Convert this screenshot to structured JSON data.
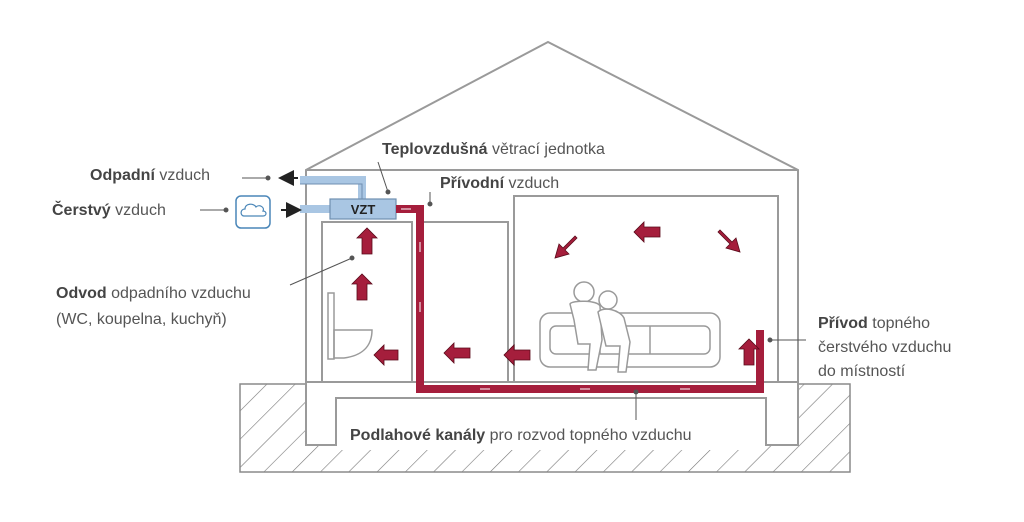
{
  "colors": {
    "outline": "#9a9a9a",
    "duct_red": "#a51e3c",
    "duct_blue": "#a9c6e3",
    "hatch": "#777777",
    "text": "#555555"
  },
  "labels": {
    "unit": {
      "bold": "Teplovzdušná",
      "rest": " větrací jednotka"
    },
    "supply_air": {
      "bold": "Přívodní",
      "rest": " vzduch"
    },
    "exhaust_air": {
      "bold": "Odpadní",
      "rest": " vzduch"
    },
    "fresh_air": {
      "bold": "Čerstvý",
      "rest": " vzduch"
    },
    "extraction": {
      "bold": "Odvod",
      "rest": " odpadního vzduchu",
      "line2": "(WC, koupelna, kuchyň)"
    },
    "room_supply": {
      "bold": "Přívod",
      "rest": " topného",
      "line2": "čerstvého vzduchu",
      "line3": "do místností"
    },
    "floor_ducts": {
      "bold": "Podlahové kanály",
      "rest": " pro rozvod topného vzduchu"
    }
  },
  "unit_box": {
    "label": "VZT"
  },
  "icons": {
    "fresh_air_icon": "cloud-icon",
    "sofa_icon": "sofa-with-people-icon"
  }
}
